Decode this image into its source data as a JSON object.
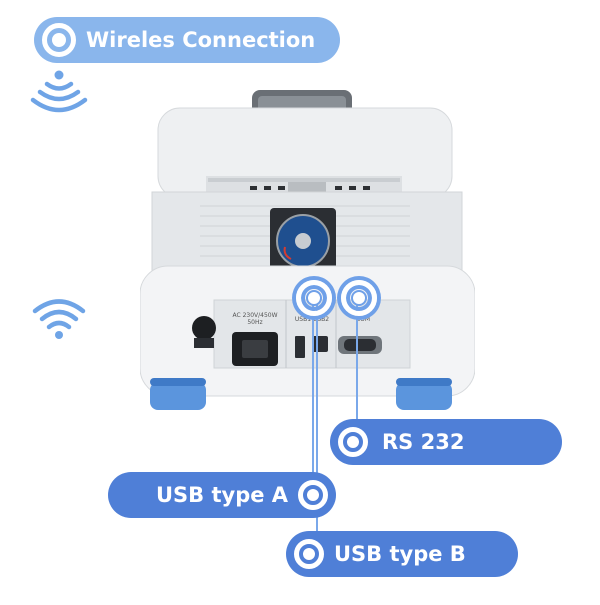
{
  "callouts": {
    "wireless": "Wireles Connection",
    "rs232": "RS 232",
    "usb_a": "USB type A",
    "usb_b": "USB type B"
  },
  "device_panel": {
    "power_label": "AC 230V/450W 50Hz",
    "usb_label": "USB1  USB2",
    "com_label": "COM"
  },
  "icons": {
    "wireless_top": "nfc-waves-icon",
    "wireless_mid": "wifi-icon"
  },
  "colors": {
    "accent_dark": "#4f7fd7",
    "accent_light": "#8ab6ec",
    "device_body": "#eceff2",
    "feet": "#5b95dd"
  }
}
